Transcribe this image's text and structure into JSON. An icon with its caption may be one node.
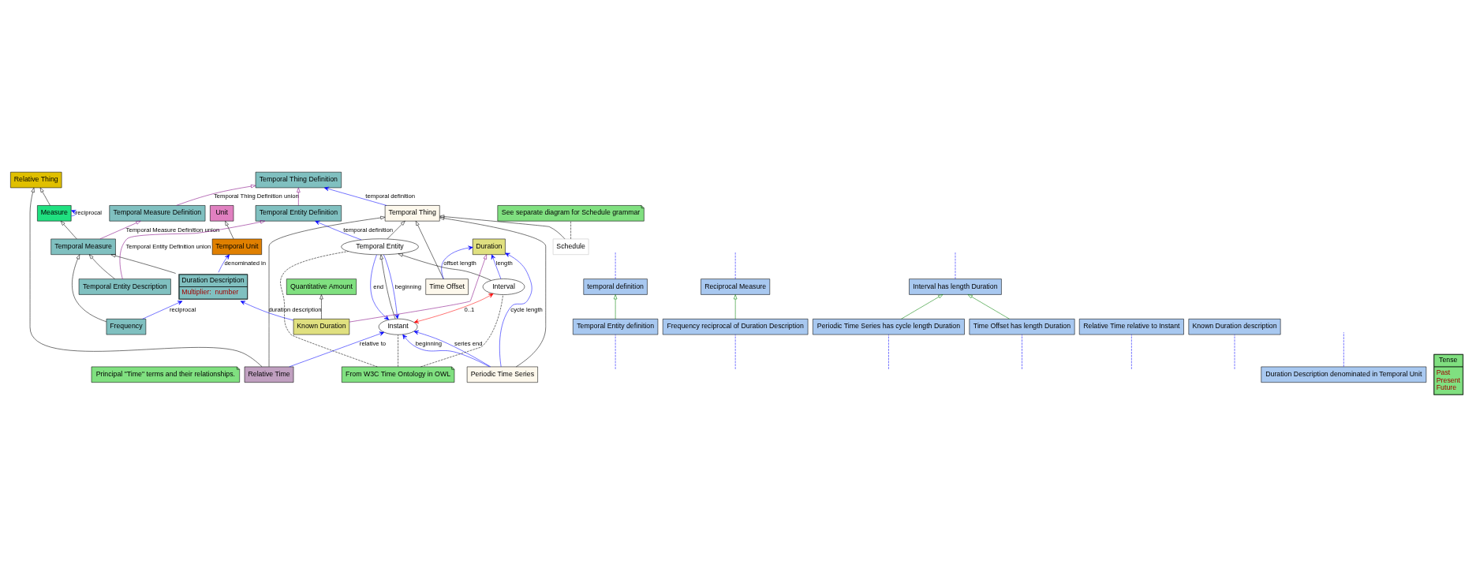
{
  "diagram": {
    "nodes": [
      {
        "text": [
          "Principal \"Time\" terms and their relationships."
        ]
      },
      {
        "text": [
          "Temporal Thing"
        ]
      },
      {
        "text": [
          "temporal definition"
        ]
      },
      {
        "text": [
          "Temporal Thing Definition"
        ]
      },
      {
        "text": [
          "Relative Thing"
        ]
      },
      {
        "text": [
          "Relative Time"
        ]
      },
      {
        "text": [
          "Temporal Entity"
        ]
      },
      {
        "text": [
          "Periodic Time Series"
        ]
      },
      {
        "text": [
          "Time Offset"
        ]
      },
      {
        "text": [
          "Schedule"
        ]
      },
      {
        "text": [
          "See separate diagram for Schedule grammar"
        ]
      },
      {
        "text": [
          "Temporal Entity definition"
        ]
      },
      {
        "text": [
          "Reciprocal Measure"
        ]
      },
      {
        "text": [
          "Measure"
        ]
      },
      {
        "text": [
          "Temporal Measure Definition"
        ]
      },
      {
        "text": [
          "Temporal Entity Definition"
        ]
      },
      {
        "text": [
          "Quantitative Amount"
        ]
      },
      {
        "text": [
          "Interval has length Duration"
        ]
      },
      {
        "text": [
          "Duration"
        ]
      },
      {
        "text": [
          "Relative Time relative to Instant"
        ]
      },
      {
        "text": [
          "Instant"
        ]
      },
      {
        "text": [
          "Interval"
        ]
      },
      {
        "text": [
          "Periodic Time Series has cycle length Duration"
        ]
      },
      {
        "text": [
          "Time Offset has length Duration"
        ]
      },
      {
        "text": [
          "Known Duration description"
        ]
      },
      {
        "text": [
          "Frequency reciprocal of Duration Description"
        ]
      },
      {
        "text": [
          "Temporal Measure"
        ]
      },
      {
        "text": [
          "Known Duration"
        ]
      },
      {
        "text": [
          "Duration Description",
          "Multiplier:  number"
        ]
      },
      {
        "text": [
          "Temporal Entity Description"
        ]
      },
      {
        "text": [
          "Frequency"
        ]
      },
      {
        "text": [
          "From W3C Time Ontology in OWL"
        ]
      },
      {
        "text": [
          "Duration Description denominated in Temporal Unit"
        ]
      },
      {
        "text": [
          "Unit"
        ]
      },
      {
        "text": [
          "Temporal Unit"
        ]
      },
      {
        "text": [
          "Tense",
          "Past",
          "Present",
          "Future"
        ]
      }
    ],
    "edges": [
      {
        "from": 5,
        "to": 1,
        "arrow": "to",
        "color": "#000000"
      },
      {
        "from": 6,
        "to": 1,
        "arrow": "to",
        "color": "#000000"
      },
      {
        "from": 7,
        "to": 1,
        "arrow": "to",
        "color": "#000000"
      },
      {
        "from": 8,
        "to": 1,
        "arrow": "to",
        "color": "#000000"
      },
      {
        "from": 9,
        "to": 1,
        "arrow": "to",
        "color": "#000000"
      },
      {
        "from": 5,
        "to": 4,
        "arrow": "to",
        "color": "#000000"
      },
      {
        "from": 13,
        "to": 4,
        "arrow": "to",
        "color": "#000000"
      },
      {
        "from": 20,
        "to": 6,
        "arrow": "to",
        "color": "#000000"
      },
      {
        "from": 21,
        "to": 6,
        "arrow": "to",
        "color": "#000000"
      },
      {
        "from": 27,
        "to": 16,
        "arrow": "to",
        "color": "#000000"
      },
      {
        "from": 26,
        "to": 13,
        "arrow": "to",
        "color": "#000000"
      },
      {
        "from": 30,
        "to": 26,
        "arrow": "to",
        "color": "#000000"
      },
      {
        "from": 28,
        "to": 26,
        "arrow": "to",
        "color": "#000000"
      },
      {
        "from": 29,
        "to": 26,
        "arrow": "to",
        "color": "#000000"
      },
      {
        "from": 34,
        "to": 33,
        "arrow": "to",
        "color": "#000000"
      },
      {
        "from": 11,
        "to": 2,
        "arrow": "to",
        "color": "#008000"
      },
      {
        "from": 22,
        "to": 17,
        "arrow": "to",
        "color": "#008000"
      },
      {
        "from": 23,
        "to": 17,
        "arrow": "to",
        "color": "#008000"
      },
      {
        "from": 25,
        "to": 12,
        "arrow": "to",
        "color": "#008000"
      },
      {
        "from": 27,
        "to": 18,
        "arrow": "to",
        "color": "#800080"
      },
      {
        "from": 14,
        "to": 3,
        "arrow": "to",
        "color": "#800080",
        "label": "Temporal Thing Definition union"
      },
      {
        "from": 15,
        "to": 3,
        "arrow": "to",
        "color": "#800080"
      },
      {
        "from": 26,
        "to": 14,
        "arrow": "to",
        "color": "#800080",
        "label": "Temporal Measure Definition union"
      },
      {
        "from": 29,
        "to": 15,
        "arrow": "to",
        "color": "#800080",
        "label": "Temporal Entity Definition union"
      },
      {
        "from": 1,
        "to": 3,
        "arrow": "to",
        "color": "#0000ff",
        "label": "temporal definition"
      },
      {
        "from": 2,
        "to": null,
        "arrow": "none",
        "style": "dashed",
        "color": "#0000ff"
      },
      {
        "from": 6,
        "to": 15,
        "arrow": "to",
        "color": "#0000ff",
        "label": "temporal definition"
      },
      {
        "from": 11,
        "to": null,
        "arrow": "none",
        "style": "dashed",
        "color": "#0000ff"
      },
      {
        "from": 5,
        "to": 20,
        "arrow": "to",
        "color": "#0000ff",
        "label": "relative to"
      },
      {
        "from": 19,
        "to": null,
        "arrow": "none",
        "style": "dashed",
        "color": "#0000ff"
      },
      {
        "from": 6,
        "to": 20,
        "arrow": "to",
        "color": "#0000ff",
        "label": "beginning"
      },
      {
        "from": 6,
        "to": 20,
        "arrow": "to",
        "color": "#0000ff",
        "label": "end"
      },
      {
        "from": 7,
        "to": 20,
        "arrow": "to",
        "color": "#0000ff",
        "label": "beginning"
      },
      {
        "from": 7,
        "to": 20,
        "arrow": "to",
        "color": "#0000ff",
        "label": "series end"
      },
      {
        "from": 7,
        "to": 18,
        "arrow": "to",
        "color": "#0000ff",
        "label": "cycle length"
      },
      {
        "from": 22,
        "to": null,
        "arrow": "none",
        "style": "dashed",
        "color": "#0000ff"
      },
      {
        "from": 8,
        "to": 18,
        "arrow": "to",
        "color": "#0000ff",
        "label": "offset length"
      },
      {
        "from": 23,
        "to": null,
        "arrow": "none",
        "style": "dashed",
        "color": "#0000ff"
      },
      {
        "from": 21,
        "to": 18,
        "arrow": "to",
        "color": "#0000ff",
        "label": "length"
      },
      {
        "from": 17,
        "to": null,
        "arrow": "none",
        "style": "dashed",
        "color": "#0000ff"
      },
      {
        "from": 20,
        "to": 21,
        "arrow": "both",
        "color": "#ff0000",
        "label": "0..1"
      },
      {
        "from": 13,
        "to": 13,
        "arrow": "to",
        "color": "#0000ff",
        "label": "reciprocal"
      },
      {
        "from": 12,
        "to": null,
        "arrow": "none",
        "style": "dashed",
        "color": "#0000ff"
      },
      {
        "from": 27,
        "to": 28,
        "arrow": "to",
        "color": "#0000ff",
        "label": "duration description"
      },
      {
        "from": 24,
        "to": null,
        "arrow": "none",
        "style": "dashed",
        "color": "#0000ff"
      },
      {
        "from": 30,
        "to": 28,
        "arrow": "to",
        "color": "#0000ff",
        "label": "reciprocal"
      },
      {
        "from": 25,
        "to": null,
        "arrow": "none",
        "style": "dashed",
        "color": "#0000ff"
      },
      {
        "from": 28,
        "to": 34,
        "arrow": "to",
        "color": "#0000ff",
        "label": "denominated in"
      },
      {
        "from": 32,
        "to": null,
        "arrow": "none",
        "style": "dashed",
        "color": "#0000ff"
      },
      {
        "from": 9,
        "to": 10,
        "arrow": "none",
        "style": "dashed",
        "color": "#000000"
      },
      {
        "from": 31,
        "to": 20,
        "arrow": "none",
        "style": "dashed",
        "color": "#000000"
      },
      {
        "from": 31,
        "to": 6,
        "arrow": "none",
        "style": "dashed",
        "color": "#000000"
      },
      {
        "from": 31,
        "to": 21,
        "arrow": "none",
        "style": "dashed",
        "color": "#000000"
      }
    ]
  }
}
